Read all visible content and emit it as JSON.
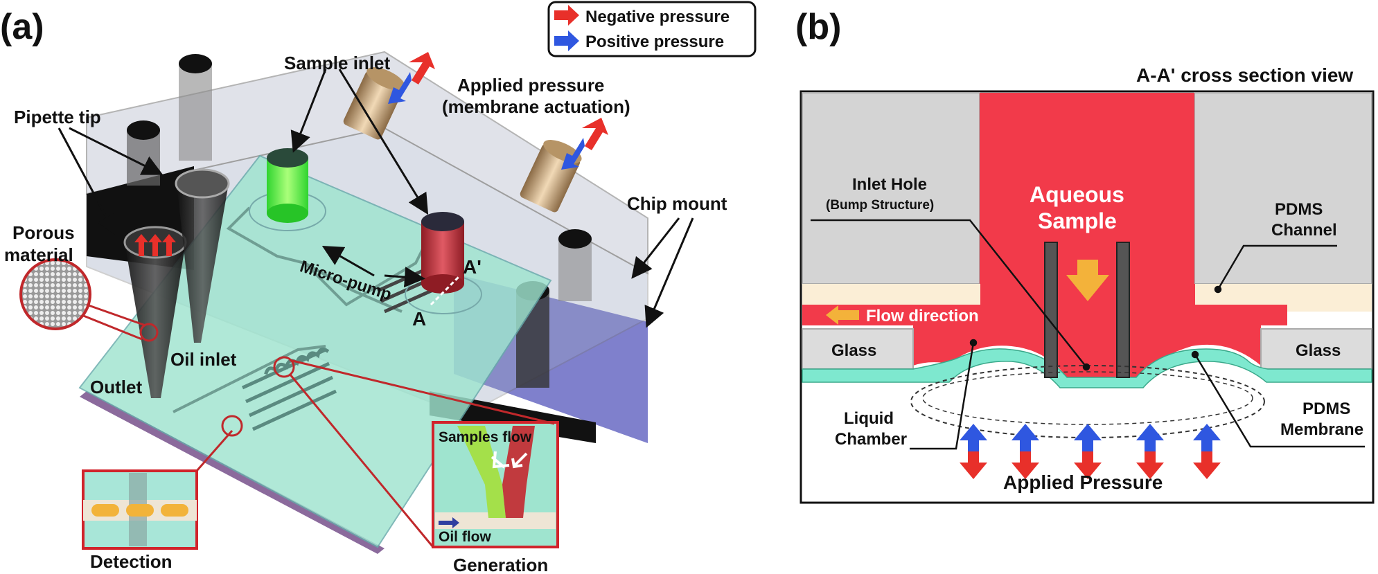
{
  "panel_a": {
    "label": "(a)",
    "legend": {
      "negative": "Negative pressure",
      "positive": "Positive pressure"
    },
    "labels": {
      "sample_inlet": "Sample inlet",
      "applied_pressure_line1": "Applied pressure",
      "applied_pressure_line2": "(membrane actuation)",
      "pipette_tip": "Pipette tip",
      "chip_mount": "Chip mount",
      "porous_line1": "Porous",
      "porous_line2": "material",
      "micro_pump": "Micro-pump",
      "point_a": "A",
      "point_a_prime": "A'",
      "oil_inlet": "Oil inlet",
      "outlet": "Outlet",
      "samples_flow": "Samples flow",
      "oil_flow": "Oil flow",
      "detection": "Detection",
      "generation": "Generation"
    }
  },
  "panel_b": {
    "label": "(b)",
    "title": "A-A' cross section view",
    "labels": {
      "inlet_hole_line1": "Inlet Hole",
      "inlet_hole_line2": "(Bump Structure)",
      "aqueous_line1": "Aqueous",
      "aqueous_line2": "Sample",
      "pdms_channel_line1": "PDMS",
      "pdms_channel_line2": "Channel",
      "flow_direction": "Flow direction",
      "glass_left": "Glass",
      "glass_right": "Glass",
      "liquid_chamber_line1": "Liquid",
      "liquid_chamber_line2": "Chamber",
      "pdms_membrane_line1": "PDMS",
      "pdms_membrane_line2": "Membrane",
      "applied_pressure": "Applied Pressure"
    }
  },
  "colors": {
    "negative_arrow": "#e8302a",
    "positive_arrow": "#2f57e0",
    "sample_red": "#f23a4a",
    "pdms_grey": "#d4d4d4",
    "glass_green": "#9fe4cf",
    "membrane_teal": "#7ee8cf",
    "flow_arrow": "#f3b23a"
  }
}
